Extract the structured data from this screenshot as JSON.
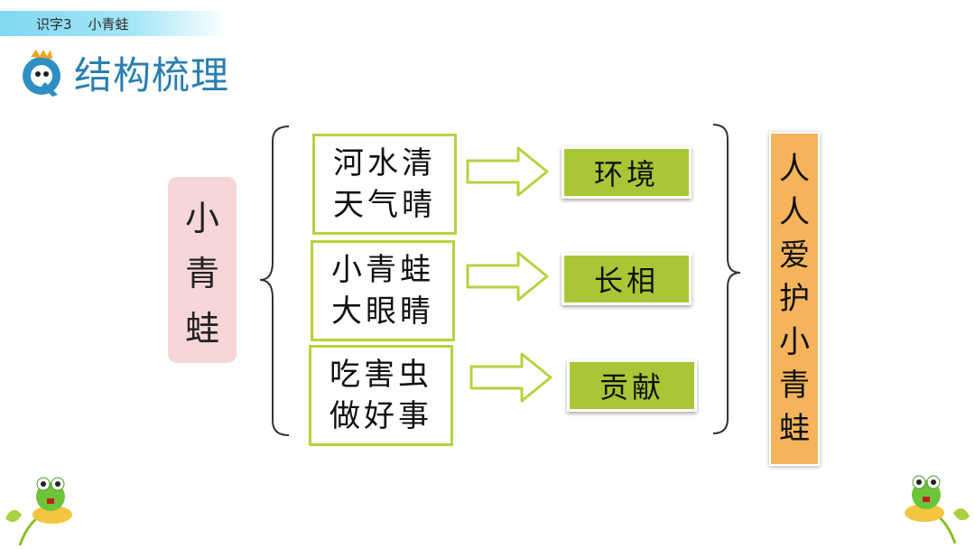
{
  "header": {
    "lesson": "识字3",
    "title": "小青蛙"
  },
  "section_title": "结构梳理",
  "main_topic": [
    "小",
    "青",
    "蛙"
  ],
  "rows": [
    {
      "lines": [
        "河水清",
        "天气晴"
      ],
      "label": "环境"
    },
    {
      "lines": [
        "小青蛙",
        "大眼睛"
      ],
      "label": "长相"
    },
    {
      "lines": [
        "吃害虫",
        "做好事"
      ],
      "label": "贡献"
    }
  ],
  "conclusion": [
    "人",
    "人",
    "爱",
    "护",
    "小",
    "青",
    "蛙"
  ],
  "colors": {
    "accent_green": "#a8c636",
    "box_border": "#b5d341",
    "orange": "#f5b45c",
    "pink": "#f7d6d8",
    "title_blue": "#2a7fb0"
  }
}
